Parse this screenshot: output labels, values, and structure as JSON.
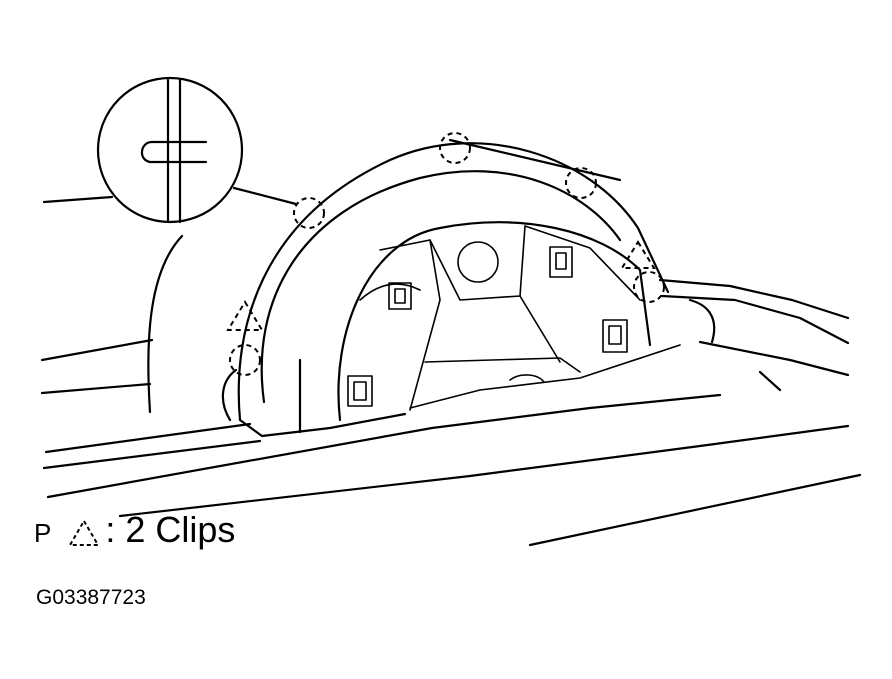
{
  "legend": {
    "prefix": "P",
    "symbol_icon": "dashed-triangle-icon",
    "text": ": 2 Clips"
  },
  "figure_id": "G03387723",
  "icons": [
    "clip-detail-circle-icon",
    "dashed-circle-clip-icon",
    "dashed-triangle-clip-icon"
  ]
}
